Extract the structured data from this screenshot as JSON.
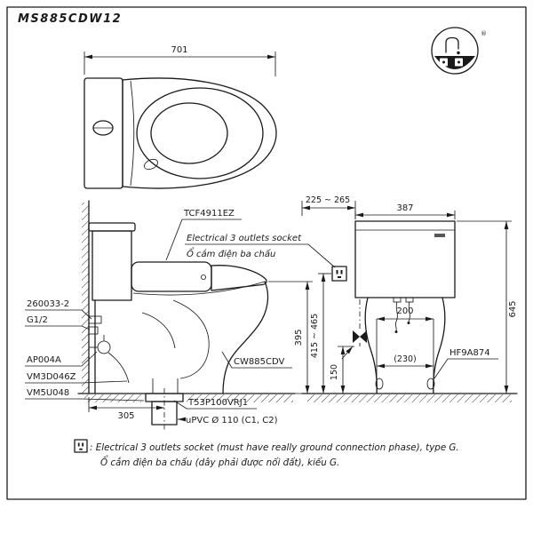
{
  "colors": {
    "ink": "#1a1a1a",
    "background": "#ffffff"
  },
  "title": "MS885CDW12",
  "logo": {
    "registered_mark": "®"
  },
  "top_view": {
    "dim_depth": "701"
  },
  "side_view": {
    "dim_drain_setout": "305",
    "dim_rim_height": "395",
    "labels": {
      "washlet_seat": "TCF4911EZ",
      "socket_en": "Electrical 3 outlets socket",
      "socket_vi": "Ổ cắm điện ba chấu",
      "supply_part": "260033-2",
      "thread": "G1/2",
      "stop_valve": "AP004A",
      "hose": "VM3D046Z",
      "seal": "VM5U048",
      "bowl": "CW885CDV",
      "outlet_socket": "T53P100VRJ1",
      "drain_pipe": "uPVC Ø 110 (C1, C2)"
    }
  },
  "rear_view": {
    "dim_wall_offset": "225 ~ 265",
    "dim_tank_width": "387",
    "dim_total_height": "645",
    "dim_center_spacing": "200",
    "dim_socket_height": "415 ~ 465",
    "dim_valve_height": "150",
    "dim_base_width": "(230)",
    "labels": {
      "bolt_cap": "HF9A874"
    }
  },
  "footnote": {
    "en": ": Electrical 3 outlets socket (must have really ground connection phase), type G.",
    "vi": "Ổ cắm điện ba chấu (dây phải được nối đất), kiểu G."
  }
}
